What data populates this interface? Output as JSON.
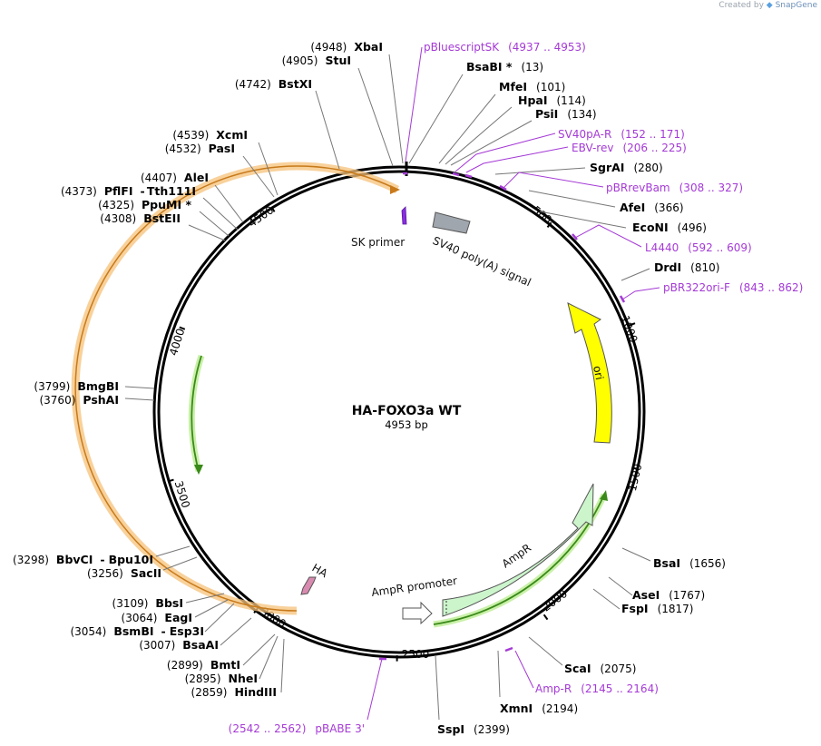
{
  "credit": {
    "prefix": "Created by",
    "brand": "SnapGene"
  },
  "plasmid": {
    "name": "HA-FOXO3a WT",
    "length_label": "4953 bp"
  },
  "ticks": [
    "500",
    "1000",
    "1500",
    "2000",
    "2500",
    "3000",
    "3500",
    "4000",
    "4500"
  ],
  "sites": [
    {
      "name": "XbaI",
      "pos": "(4948)"
    },
    {
      "name": "StuI",
      "pos": "(4905)"
    },
    {
      "name": "BstXI",
      "pos": "(4742)"
    },
    {
      "name": "XcmI",
      "pos": "(4539)"
    },
    {
      "name": "PasI",
      "pos": "(4532)"
    },
    {
      "name": "AleI",
      "pos": "(4407)"
    },
    {
      "name": "PflFI",
      "pos": "(4373)"
    },
    {
      "name": "Tth111I",
      "pos": ""
    },
    {
      "name": "PpuMI *",
      "pos": "(4325)"
    },
    {
      "name": "BstEII",
      "pos": "(4308)"
    },
    {
      "name": "BsaBI *",
      "pos": "(13)"
    },
    {
      "name": "MfeI",
      "pos": "(101)"
    },
    {
      "name": "HpaI",
      "pos": "(114)"
    },
    {
      "name": "PsiI",
      "pos": "(134)"
    },
    {
      "name": "SgrAI",
      "pos": "(280)"
    },
    {
      "name": "AfeI",
      "pos": "(366)"
    },
    {
      "name": "EcoNI",
      "pos": "(496)"
    },
    {
      "name": "DrdI",
      "pos": "(810)"
    },
    {
      "name": "BmgBI",
      "pos": "(3799)"
    },
    {
      "name": "PshAI",
      "pos": "(3760)"
    },
    {
      "name": "BsaI",
      "pos": "(1656)"
    },
    {
      "name": "AseI",
      "pos": "(1767)"
    },
    {
      "name": "FspI",
      "pos": "(1817)"
    },
    {
      "name": "ScaI",
      "pos": "(2075)"
    },
    {
      "name": "XmnI",
      "pos": "(2194)"
    },
    {
      "name": "SspI",
      "pos": "(2399)"
    },
    {
      "name": "BbvCI",
      "pos": "(3298)"
    },
    {
      "name": "Bpu10I",
      "pos": ""
    },
    {
      "name": "SacII",
      "pos": "(3256)"
    },
    {
      "name": "BbsI",
      "pos": "(3109)"
    },
    {
      "name": "EagI",
      "pos": "(3064)"
    },
    {
      "name": "BsmBI",
      "pos": "(3054)"
    },
    {
      "name": "Esp3I",
      "pos": ""
    },
    {
      "name": "BsaAI",
      "pos": "(3007)"
    },
    {
      "name": "BmtI",
      "pos": "(2899)"
    },
    {
      "name": "NheI",
      "pos": "(2895)"
    },
    {
      "name": "HindIII",
      "pos": "(2859)"
    }
  ],
  "primers": [
    {
      "name": "pBluescriptSK",
      "range": "(4937 .. 4953)"
    },
    {
      "name": "SV40pA-R",
      "range": "(152 .. 171)"
    },
    {
      "name": "EBV-rev",
      "range": "(206 .. 225)"
    },
    {
      "name": "pBRrevBam",
      "range": "(308 .. 327)"
    },
    {
      "name": "L4440",
      "range": "(592 .. 609)"
    },
    {
      "name": "pBR322ori-F",
      "range": "(843 .. 862)"
    },
    {
      "name": "Amp-R",
      "range": "(2145 .. 2164)"
    },
    {
      "name": "pBABE 3'",
      "range": "(2542 .. 2562)"
    }
  ],
  "features": [
    "SK primer",
    "SV40 poly(A) signal",
    "ori",
    "AmpR",
    "AmpR promoter",
    "HA"
  ],
  "colors": {
    "primer": "#a53ad6",
    "ori": "#ffff00",
    "ampr": "#ccf5cc",
    "orf_glow": "#f5c27a",
    "orf_line": "#c87a1a",
    "green_line": "#3a8a1a",
    "sv40": "#a0a6ad",
    "ha": "#d98ab0"
  }
}
